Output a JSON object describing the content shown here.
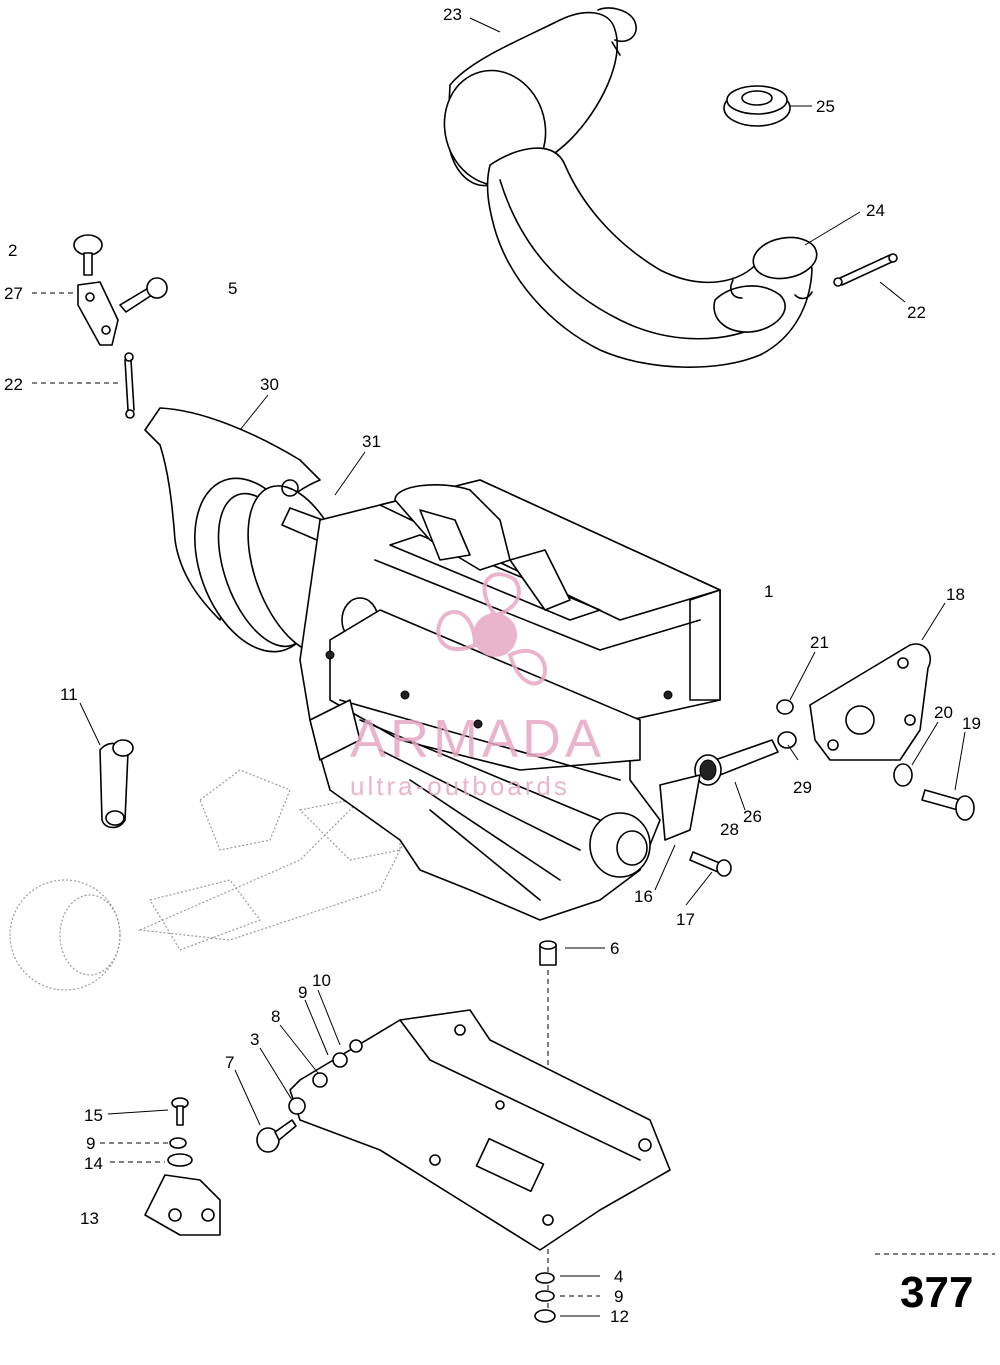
{
  "page_number": "377",
  "watermark": {
    "brand": "ARMADA",
    "tagline": "ultra-outboards",
    "color": "#e7a8c4"
  },
  "callouts": {
    "c1": "1",
    "c2": "2",
    "c3": "3",
    "c4": "4",
    "c5": "5",
    "c6": "6",
    "c7": "7",
    "c8": "8",
    "c9a": "9",
    "c9b": "9",
    "c9c": "9",
    "c10": "10",
    "c11": "11",
    "c12": "12",
    "c13": "13",
    "c14": "14",
    "c15": "15",
    "c16": "16",
    "c17": "17",
    "c18": "18",
    "c19": "19",
    "c20": "20",
    "c21": "21",
    "c22a": "22",
    "c22b": "22",
    "c23": "23",
    "c24": "24",
    "c25": "25",
    "c26": "26",
    "c27": "27",
    "c28": "28",
    "c29": "29",
    "c30": "30",
    "c31": "31"
  },
  "parts": {
    "p1": "engine-block-icon",
    "p23": "muffler-icon",
    "p24": "exhaust-pipe-icon",
    "p25": "grommet-icon",
    "p30": "air-intake-icon",
    "p31": "hose-clamp-icon",
    "p18": "flange-plate-icon",
    "p13": "engine-mount-icon",
    "p_plate": "mounting-plate-icon"
  }
}
